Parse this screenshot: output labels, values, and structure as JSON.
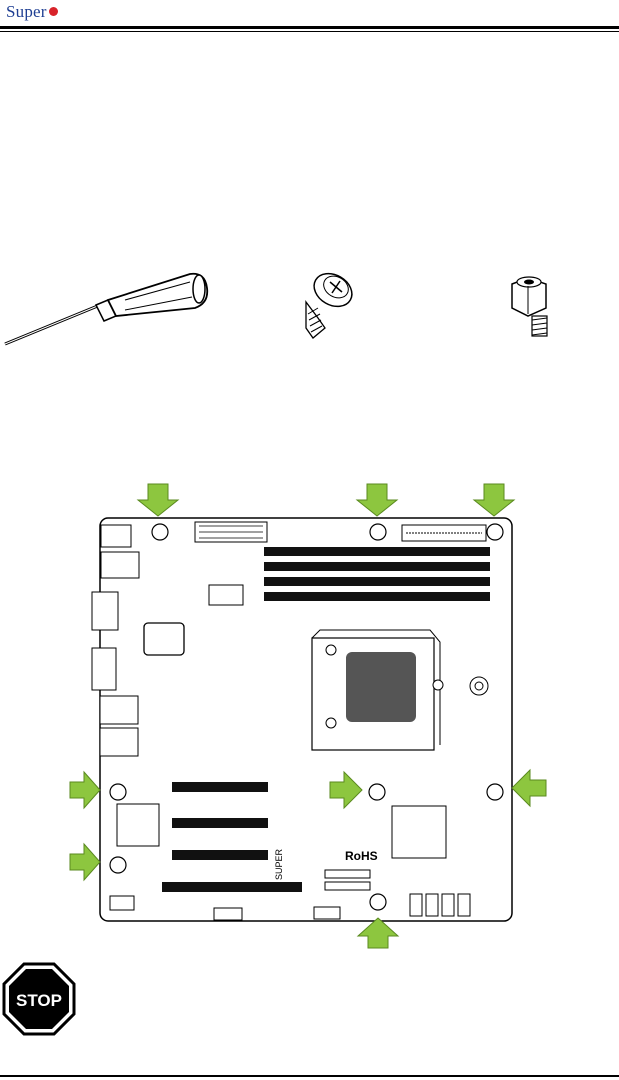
{
  "header": {
    "logo_text": "Super",
    "brand_color": "#1f3f93",
    "dot_color": "#d8232a"
  },
  "tools": [
    {
      "icon": "screwdriver-icon"
    },
    {
      "icon": "screw-icon"
    },
    {
      "icon": "standoff-icon"
    }
  ],
  "diagram": {
    "rohs_label": "RoHS",
    "board_brand": "SUPER",
    "arrow_color": "#8dc63f",
    "mounting_holes": 8
  },
  "stop_sign": {
    "label": "STOP",
    "color": "#ffffff"
  }
}
